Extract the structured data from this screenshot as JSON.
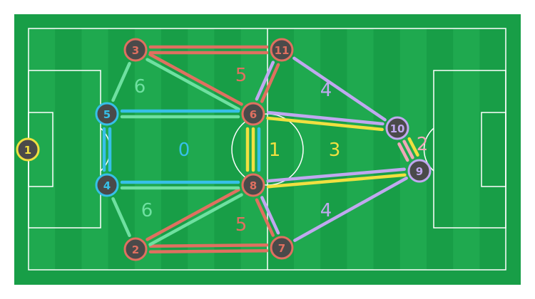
{
  "colors": {
    "pitch_dark": "#189e47",
    "pitch_light": "#1fa94f",
    "lines": "#ffffff",
    "node_fill": "#4a4a4a",
    "red": "#e07060",
    "green": "#6ee0a0",
    "cyan": "#36c0e8",
    "yellow": "#f0e040",
    "purple": "#c0a8f0",
    "pink": "#f0a8b8"
  },
  "nodes": [
    {
      "id": "1",
      "label": "1",
      "color": "yellow"
    },
    {
      "id": "2",
      "label": "2",
      "color": "red"
    },
    {
      "id": "3",
      "label": "3",
      "color": "red"
    },
    {
      "id": "4",
      "label": "4",
      "color": "cyan"
    },
    {
      "id": "5",
      "label": "5",
      "color": "cyan"
    },
    {
      "id": "6",
      "label": "6",
      "color": "red"
    },
    {
      "id": "7",
      "label": "7",
      "color": "red"
    },
    {
      "id": "8",
      "label": "8",
      "color": "red"
    },
    {
      "id": "9",
      "label": "9",
      "color": "purple"
    },
    {
      "id": "10",
      "label": "10",
      "color": "purple"
    },
    {
      "id": "11",
      "label": "11",
      "color": "red"
    }
  ],
  "edges": [
    {
      "from": "3",
      "to": "11",
      "color": "red",
      "double": true
    },
    {
      "from": "2",
      "to": "7",
      "color": "red",
      "double": true
    },
    {
      "from": "3",
      "to": "6",
      "color": "red",
      "double": false
    },
    {
      "from": "3",
      "to": "6",
      "color": "green",
      "double": false
    },
    {
      "from": "2",
      "to": "8",
      "color": "red",
      "double": false
    },
    {
      "from": "2",
      "to": "8",
      "color": "green",
      "double": false
    },
    {
      "from": "3",
      "to": "5",
      "color": "green",
      "double": false
    },
    {
      "from": "4",
      "to": "2",
      "color": "green",
      "double": false
    },
    {
      "from": "5",
      "to": "6",
      "color": "cyan",
      "double": false
    },
    {
      "from": "5",
      "to": "6",
      "color": "green",
      "double": false
    },
    {
      "from": "4",
      "to": "8",
      "color": "cyan",
      "double": false
    },
    {
      "from": "4",
      "to": "8",
      "color": "green",
      "double": false
    },
    {
      "from": "5",
      "to": "4",
      "color": "cyan",
      "double": true
    },
    {
      "from": "6",
      "to": "8",
      "color": "cyan",
      "double": false
    },
    {
      "from": "6",
      "to": "8",
      "color": "yellow",
      "double": true
    },
    {
      "from": "11",
      "to": "6",
      "color": "red",
      "double": false
    },
    {
      "from": "11",
      "to": "6",
      "color": "purple",
      "double": false
    },
    {
      "from": "7",
      "to": "8",
      "color": "red",
      "double": false
    },
    {
      "from": "7",
      "to": "8",
      "color": "purple",
      "double": false
    },
    {
      "from": "11",
      "to": "10",
      "color": "purple",
      "double": false
    },
    {
      "from": "7",
      "to": "9",
      "color": "purple",
      "double": false
    },
    {
      "from": "6",
      "to": "10",
      "color": "purple",
      "double": false
    },
    {
      "from": "6",
      "to": "10",
      "color": "yellow",
      "double": false
    },
    {
      "from": "8",
      "to": "9",
      "color": "purple",
      "double": false
    },
    {
      "from": "8",
      "to": "9",
      "color": "yellow",
      "double": false
    },
    {
      "from": "10",
      "to": "9",
      "color": "yellow",
      "double": false
    },
    {
      "from": "10",
      "to": "9",
      "color": "pink",
      "double": true
    }
  ],
  "region_labels": [
    {
      "text": "0",
      "color": "cyan"
    },
    {
      "text": "1",
      "color": "yellow"
    },
    {
      "text": "2",
      "color": "pink"
    },
    {
      "text": "3",
      "color": "yellow"
    },
    {
      "text": "4",
      "color": "purple"
    },
    {
      "text": "4",
      "color": "purple"
    },
    {
      "text": "5",
      "color": "red"
    },
    {
      "text": "5",
      "color": "red"
    },
    {
      "text": "6",
      "color": "green"
    },
    {
      "text": "6",
      "color": "green"
    }
  ]
}
